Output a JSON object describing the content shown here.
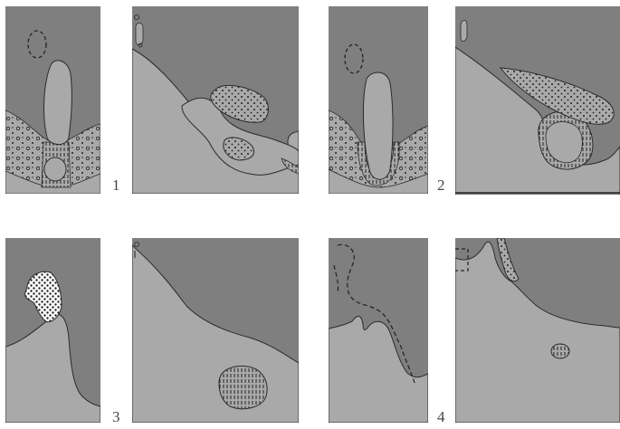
{
  "colors": {
    "dark_tissue": "#7f7f7f",
    "light_tissue": "#a9a9a9",
    "outline": "#2b2b2b"
  },
  "labels": {
    "n1": "1",
    "n2": "2",
    "n3": "3",
    "n4": "4"
  }
}
